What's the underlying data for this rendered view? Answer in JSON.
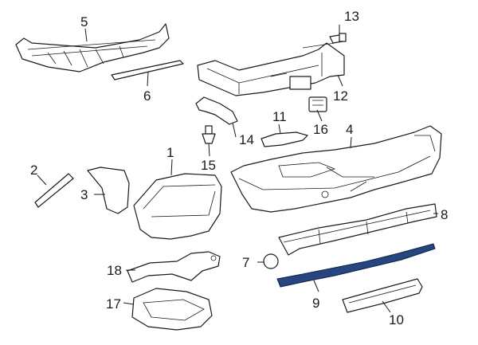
{
  "callouts": {
    "c1": "1",
    "c2": "2",
    "c3": "3",
    "c4": "4",
    "c5": "5",
    "c6": "6",
    "c7": "7",
    "c8": "8",
    "c9": "9",
    "c10": "10",
    "c11": "11",
    "c12": "12",
    "c13": "13",
    "c14": "14",
    "c15": "15",
    "c16": "16",
    "c17": "17",
    "c18": "18"
  },
  "colors": {
    "highlight": "#27457e",
    "line": "#1a1a1a",
    "background": "#ffffff"
  }
}
